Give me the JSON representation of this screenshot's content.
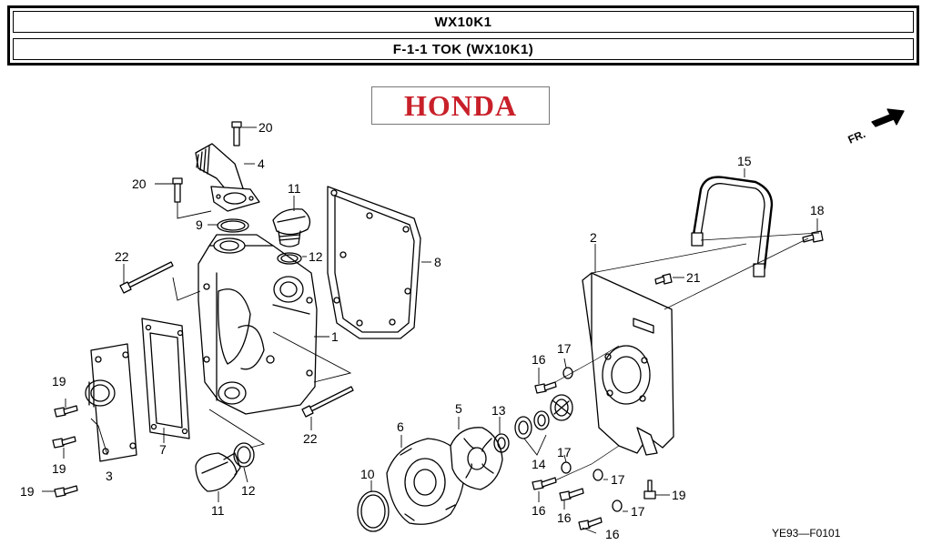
{
  "header": {
    "model": "WX10K1",
    "section": "F-1-1 TOK (WX10K1)"
  },
  "logo": {
    "text": "HONDA",
    "color": "#c8202a"
  },
  "direction_marker": {
    "label": "FR.",
    "icon": "arrow-right-icon"
  },
  "drawing_code": "YE93—F0101",
  "callouts": {
    "c1": "1",
    "c2": "2",
    "c3": "3",
    "c4": "4",
    "c5": "5",
    "c6": "6",
    "c7": "7",
    "c8": "8",
    "c9": "9",
    "c10": "10",
    "c11a": "11",
    "c11b": "11",
    "c12a": "12",
    "c12b": "12",
    "c13": "13",
    "c14": "14",
    "c15": "15",
    "c16a": "16",
    "c16b": "16",
    "c16c": "16",
    "c16d": "16",
    "c17a": "17",
    "c17b": "17",
    "c17c": "17",
    "c17d": "17",
    "c18": "18",
    "c19a": "19",
    "c19b": "19",
    "c19c": "19",
    "c19d": "19",
    "c20a": "20",
    "c20b": "20",
    "c21": "21",
    "c22a": "22",
    "c22b": "22"
  }
}
